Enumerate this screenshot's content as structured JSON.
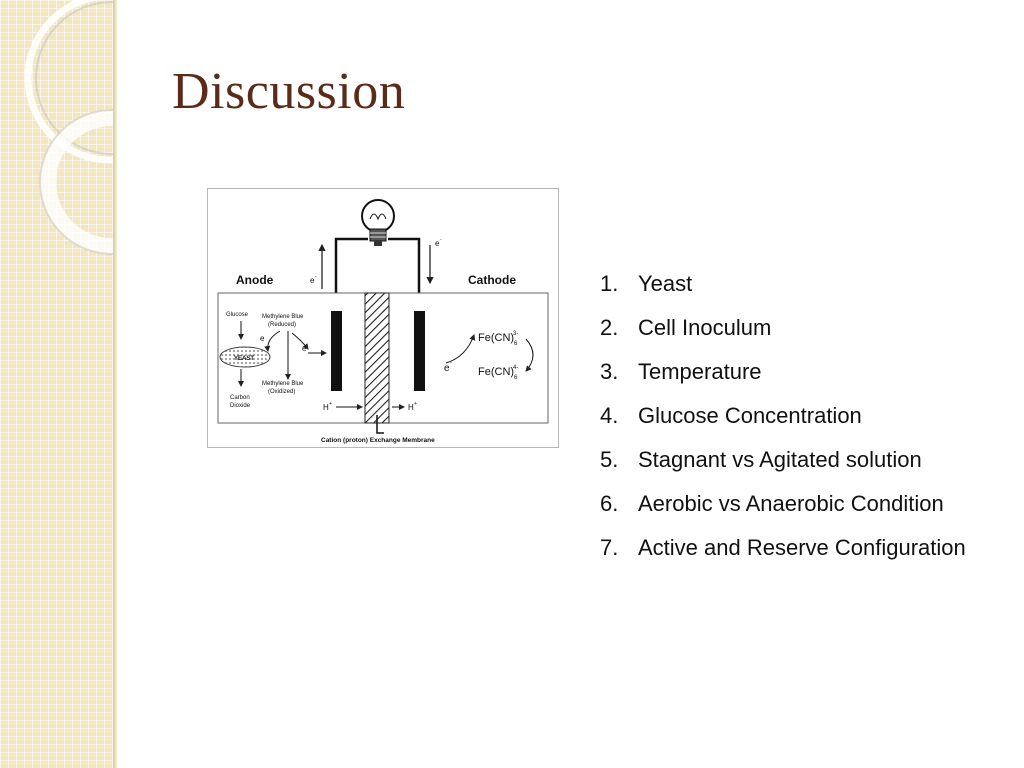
{
  "slide": {
    "title": "Discussion",
    "accent_color": "#5a2b19",
    "band_color": "#f3e6c3"
  },
  "figure": {
    "anode_label": "Anode",
    "cathode_label": "Cathode",
    "electron_label": "e",
    "electron_sup": "-",
    "glucose_label": "Glucose",
    "mb_reduced_label_1": "Methylene Blue",
    "mb_reduced_label_2": "(Reduced)",
    "mb_oxidized_label_1": "Methylene Blue",
    "mb_oxidized_label_2": "(Oxidized)",
    "yeast_label": "YEAST",
    "co2_label_1": "Carbon",
    "co2_label_2": "Dioxide",
    "proton_label": "H",
    "proton_sup": "+",
    "ferri_label": "Fe(CN)",
    "ferri_sup": "3-",
    "ferri_sub": "6",
    "ferro_label": "Fe(CN)",
    "ferro_sup": "4-",
    "ferro_sub": "6",
    "membrane_label": "Cation (proton) Exchange Membrane",
    "icons": [
      "light-bulb-icon"
    ]
  },
  "list": {
    "items": [
      {
        "num": "1.",
        "text": "Yeast"
      },
      {
        "num": "2.",
        "text": "Cell Inoculum"
      },
      {
        "num": "3.",
        "text": "Temperature"
      },
      {
        "num": "4.",
        "text": "Glucose Concentration"
      },
      {
        "num": "5.",
        "text": "Stagnant vs Agitated solution"
      },
      {
        "num": "6.",
        "text": "Aerobic vs Anaerobic Condition"
      },
      {
        "num": "7.",
        "text": "Active and Reserve Configuration"
      }
    ]
  }
}
